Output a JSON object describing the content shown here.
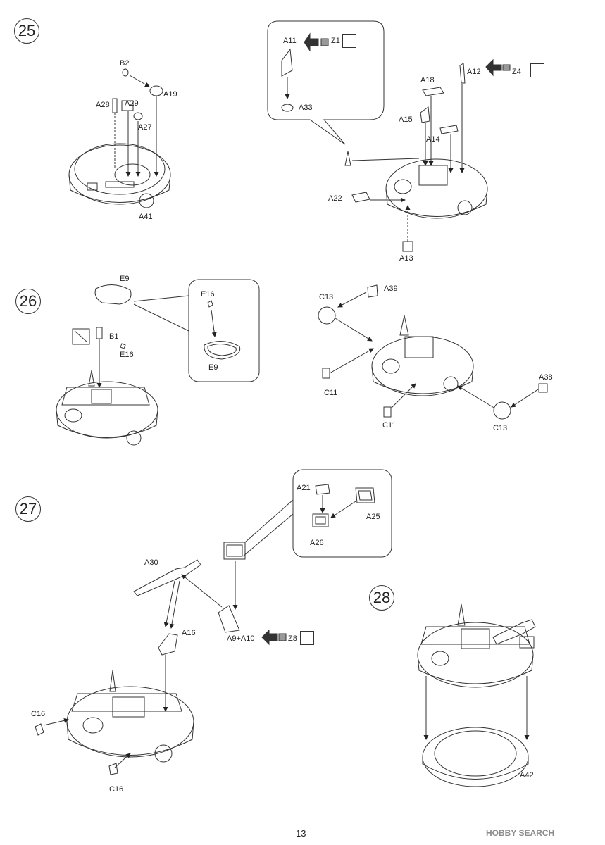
{
  "steps": [
    "25",
    "26",
    "27",
    "28"
  ],
  "labels": {
    "s25": [
      "B2",
      "A19",
      "A28",
      "A29",
      "A27",
      "A41",
      "A11",
      "Z1",
      "A33",
      "A12",
      "Z4",
      "A18",
      "A15",
      "A14",
      "A22",
      "A13"
    ],
    "s26": [
      "E9",
      "B1",
      "E16",
      "E16",
      "E9",
      "C13",
      "A39",
      "C11",
      "C11",
      "A38",
      "C13"
    ],
    "s27": [
      "A21",
      "A25",
      "A26",
      "A30",
      "A16",
      "A9+A10",
      "Z8",
      "C16",
      "C16"
    ],
    "s28": [
      "A42"
    ]
  },
  "page_number": "13",
  "watermark": "HOBBY SEARCH"
}
